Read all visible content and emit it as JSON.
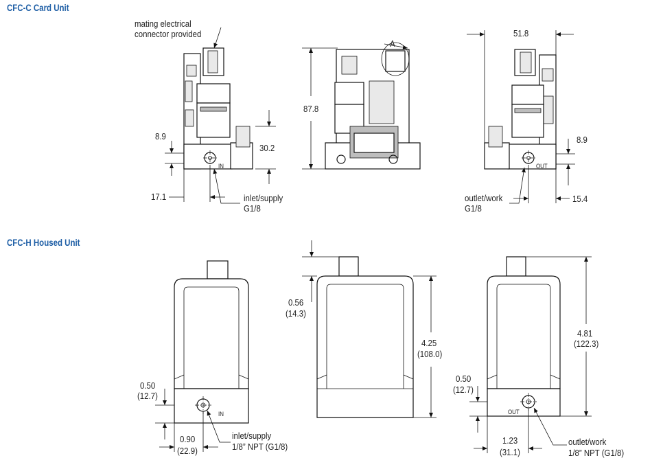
{
  "headings": {
    "card_unit": "CFC-C Card Unit",
    "housed_unit": "CFC-H Housed Unit"
  },
  "card": {
    "callout_connector_line1": "mating electrical",
    "callout_connector_line2": "connector provided",
    "left_height": "8.9",
    "left_width": "17.1",
    "left_offset": "30.2",
    "inlet_line1": "inlet/supply",
    "inlet_line2": "G1/8",
    "in_label": "IN",
    "total_height": "87.8",
    "view_a": "A",
    "right_width": "51.8",
    "right_height": "8.9",
    "right_offset": "15.4",
    "outlet_line1": "outlet/work",
    "outlet_line2": "G1/8",
    "out_label": "OUT"
  },
  "housed": {
    "left_h_in": "0.50",
    "left_h_mm": "(12.7)",
    "left_w_in": "0.90",
    "left_w_mm": "(22.9)",
    "in_label": "IN",
    "inlet_line1": "inlet/supply",
    "inlet_line2": "1/8” NPT (G1/8)",
    "top_in": "0.56",
    "top_mm": "(14.3)",
    "body_in": "4.25",
    "body_mm": "(108.0)",
    "total_in": "4.81",
    "total_mm": "(122.3)",
    "right_h_in": "0.50",
    "right_h_mm": "(12.7)",
    "right_w_in": "1.23",
    "right_w_mm": "(31.1)",
    "out_label": "OUT",
    "outlet_line1": "outlet/work",
    "outlet_line2": "1/8” NPT (G1/8)"
  }
}
